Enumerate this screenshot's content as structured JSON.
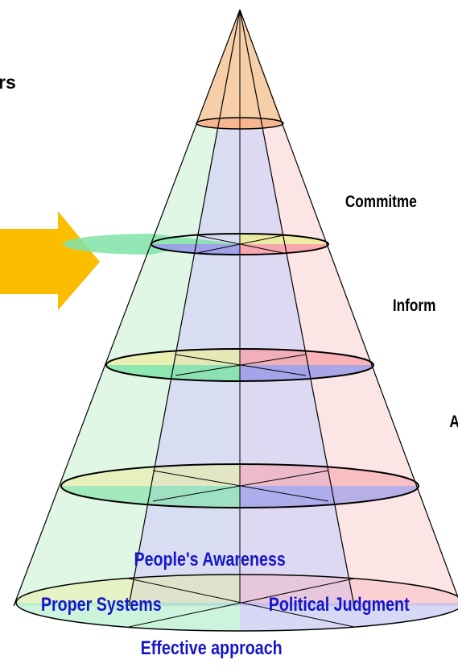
{
  "top_left_text": "rs",
  "levels": [
    "Commitme",
    "Inform",
    "A"
  ],
  "base_labels": {
    "top": "People's Awareness",
    "left": "Proper Systems",
    "right": "Political Judgment",
    "bottom": "Effective approach"
  },
  "colors": {
    "arrow": "#fbbd00",
    "base_text": "#1616c8",
    "apex_fill": "#f6cfa8",
    "left_section": "#c8f0d0",
    "right_section": "#f8d0d0",
    "inner_section": "#d4d4f6",
    "ring_green": "#7fe3a8",
    "ring_red": "#f8a0a6",
    "ring_yellow": "#ecec9c",
    "ring_blue": "#9a9ae8"
  }
}
